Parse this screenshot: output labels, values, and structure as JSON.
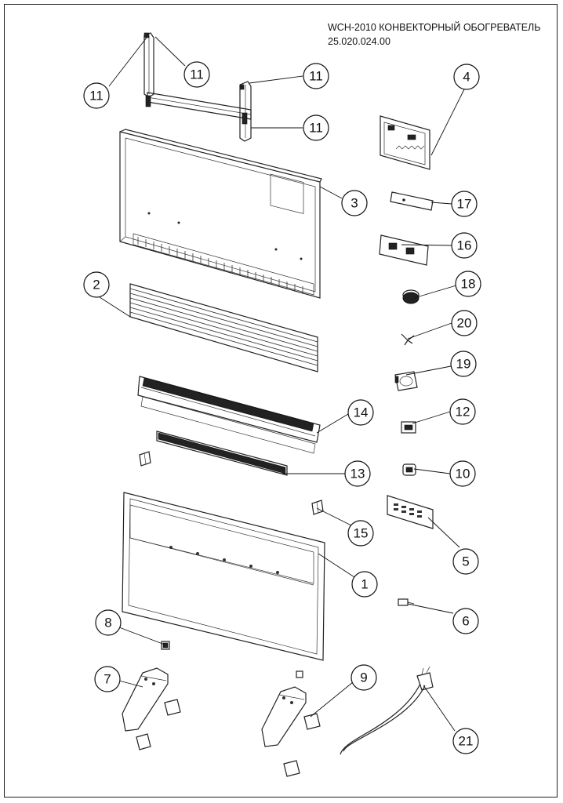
{
  "header": {
    "title_line1": "WCH-2010 КОНВЕКТОРНЫЙ ОБОГРЕВАТЕЛЬ",
    "title_line2": "25.020.024.00"
  },
  "callouts": [
    {
      "id": "c11a",
      "label": "11"
    },
    {
      "id": "c11b",
      "label": "11"
    },
    {
      "id": "c11c",
      "label": "11"
    },
    {
      "id": "c11d",
      "label": "11"
    },
    {
      "id": "c4",
      "label": "4"
    },
    {
      "id": "c3",
      "label": "3"
    },
    {
      "id": "c17",
      "label": "17"
    },
    {
      "id": "c16",
      "label": "16"
    },
    {
      "id": "c2",
      "label": "2"
    },
    {
      "id": "c18",
      "label": "18"
    },
    {
      "id": "c20",
      "label": "20"
    },
    {
      "id": "c19",
      "label": "19"
    },
    {
      "id": "c14",
      "label": "14"
    },
    {
      "id": "c12",
      "label": "12"
    },
    {
      "id": "c13",
      "label": "13"
    },
    {
      "id": "c10",
      "label": "10"
    },
    {
      "id": "c15",
      "label": "15"
    },
    {
      "id": "c5",
      "label": "5"
    },
    {
      "id": "c1",
      "label": "1"
    },
    {
      "id": "c8",
      "label": "8"
    },
    {
      "id": "c6",
      "label": "6"
    },
    {
      "id": "c7",
      "label": "7"
    },
    {
      "id": "c9",
      "label": "9"
    },
    {
      "id": "c21",
      "label": "21"
    }
  ]
}
